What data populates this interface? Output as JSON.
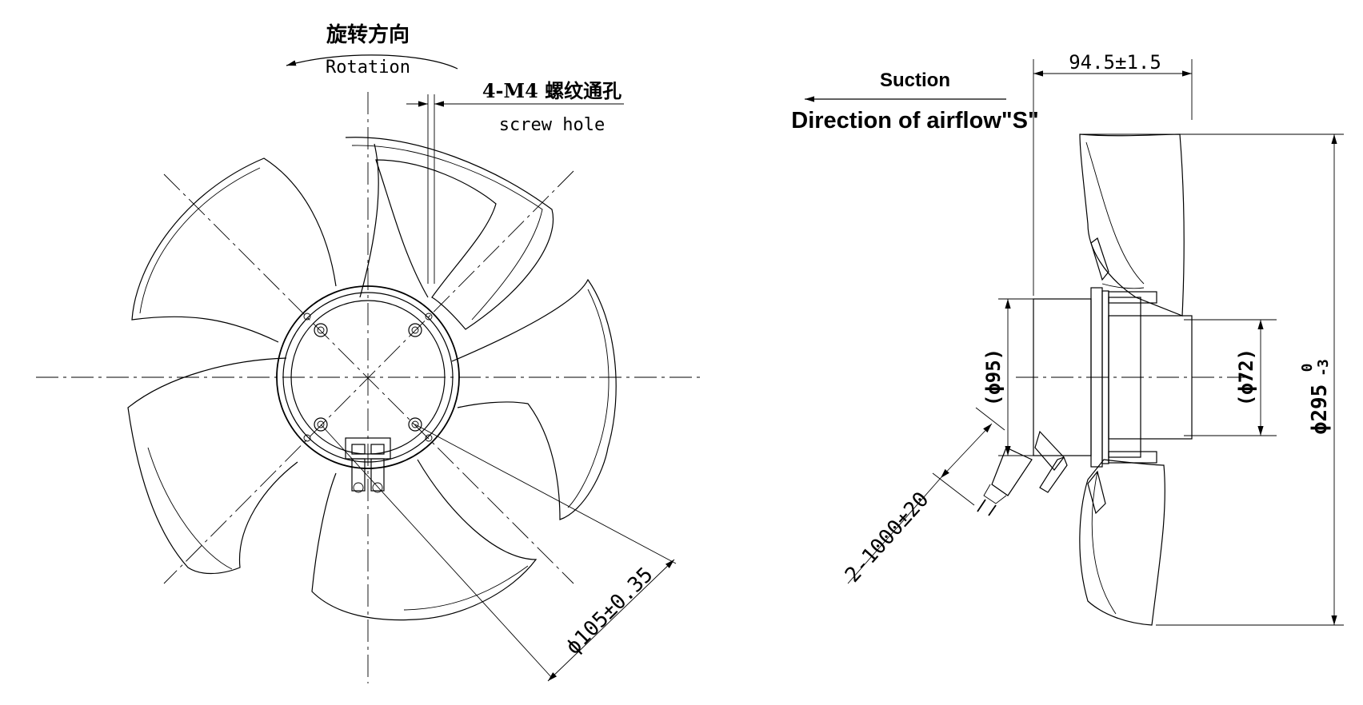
{
  "front_view": {
    "rotation_cn": "旋转方向",
    "rotation_en": "Rotation",
    "screw_hole_cn": "4-M4 螺纹通孔",
    "screw_hole_en": "screw hole",
    "pcd_dimension": "ϕ105±0.35"
  },
  "side_view": {
    "suction_label": "Suction",
    "airflow_label": "Direction of airflow\"S\"",
    "depth_dimension": "94.5±1.5",
    "motor_diameter": "(ϕ95)",
    "hub_diameter": "(ϕ72)",
    "fan_diameter": "ϕ295",
    "fan_diameter_tol_upper": "0",
    "fan_diameter_tol_lower": "-3",
    "lead_wire": "2-1000±20"
  }
}
